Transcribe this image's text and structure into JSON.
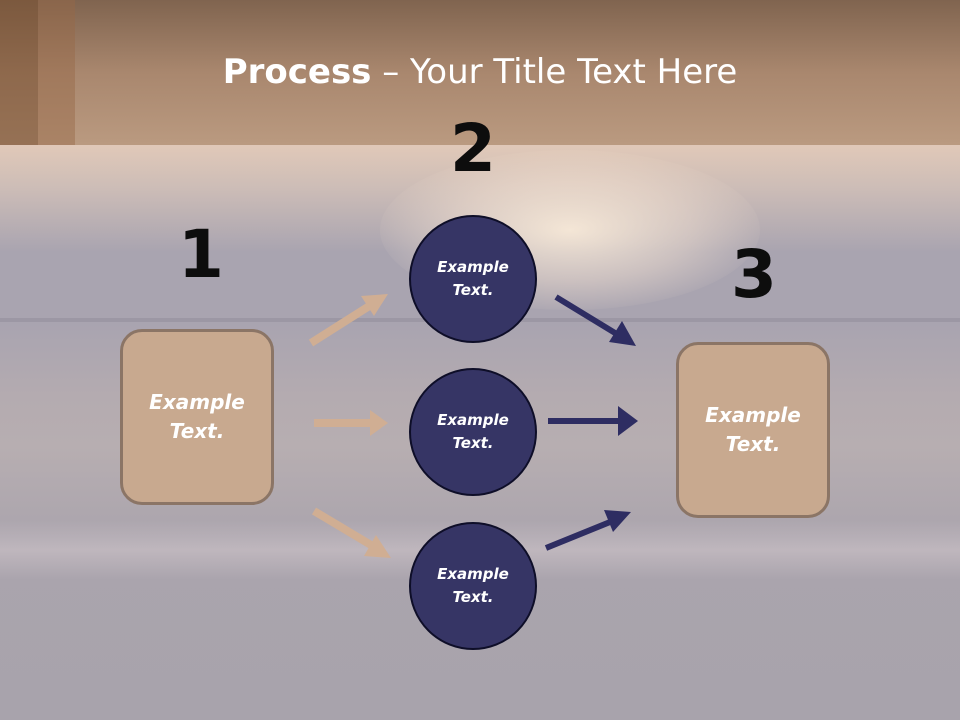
{
  "slide": {
    "title_bold": "Process",
    "title_rest": " – Your Title Text Here"
  },
  "steps": {
    "step1_number": "1",
    "step2_number": "2",
    "step3_number": "3"
  },
  "left_box": {
    "text_line1": "Example",
    "text_line2": "Text."
  },
  "right_box": {
    "text_line1": "Example",
    "text_line2": "Text."
  },
  "circles": [
    {
      "line1": "Example",
      "line2": "Text."
    },
    {
      "line1": "Example",
      "line2": "Text."
    },
    {
      "line1": "Example",
      "line2": "Text."
    }
  ],
  "colors": {
    "box_fill": "#c8a98f",
    "box_border": "#8b7566",
    "circle_fill": "#363565",
    "tan_arrow": "#d0ae93",
    "navy_arrow": "#2e2d62",
    "header": "#a9876e"
  },
  "icons": {
    "left_arrows": "tan-arrow-icon",
    "right_arrows": "navy-arrow-icon"
  }
}
